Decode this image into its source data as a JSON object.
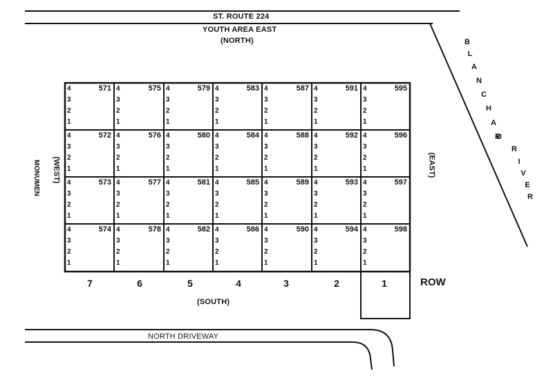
{
  "roads": {
    "north_road": "ST. ROUTE 224",
    "north_area": "YOUTH AREA EAST",
    "north_dir": "(NORTH)",
    "south_dir": "(SOUTH)",
    "bottom_road": "NORTH DRIVEWAY",
    "west_dir": "(WEST)",
    "east_dir": "(EAST)",
    "west_partial": "MONUMEN"
  },
  "river": {
    "letters": [
      "B",
      "L",
      "A",
      "N",
      "C",
      "H",
      "A",
      "R",
      "D",
      "R",
      "I",
      "V",
      "E",
      "R"
    ]
  },
  "grid": {
    "row_label": "ROW",
    "lot_labels": [
      "4",
      "3",
      "2",
      "1"
    ],
    "columns": [
      {
        "row": "7",
        "plots": [
          "571",
          "572",
          "573",
          "574"
        ]
      },
      {
        "row": "6",
        "plots": [
          "575",
          "576",
          "577",
          "578"
        ]
      },
      {
        "row": "5",
        "plots": [
          "579",
          "580",
          "581",
          "582"
        ]
      },
      {
        "row": "4",
        "plots": [
          "583",
          "584",
          "585",
          "586"
        ]
      },
      {
        "row": "3",
        "plots": [
          "587",
          "588",
          "589",
          "590"
        ]
      },
      {
        "row": "2",
        "plots": [
          "591",
          "592",
          "593",
          "594"
        ]
      },
      {
        "row": "1",
        "plots": [
          "595",
          "596",
          "597",
          "598"
        ]
      }
    ]
  },
  "colors": {
    "ink": "#111111",
    "background": "#ffffff"
  }
}
